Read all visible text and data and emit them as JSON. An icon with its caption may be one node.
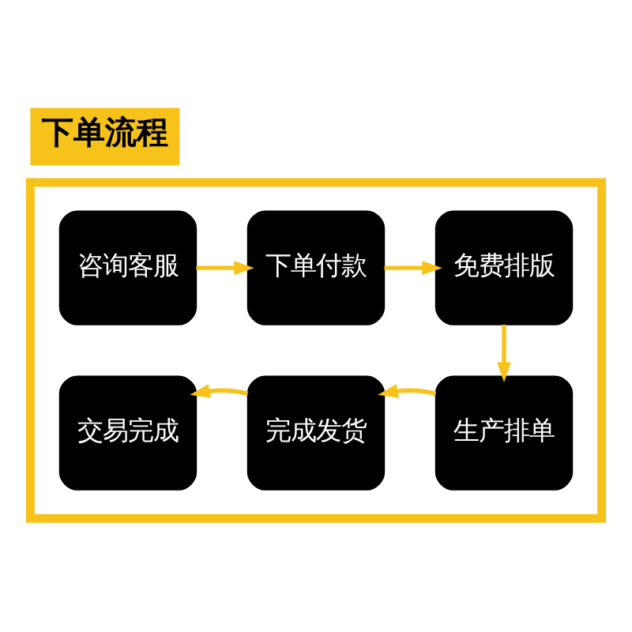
{
  "diagram": {
    "title": "下单流程",
    "nodes": [
      {
        "text": [],
        "shape": "box"
      },
      {
        "text": [
          "咨询客服"
        ],
        "in": 0
      },
      {
        "text": [
          "下单付款"
        ],
        "in": 0
      },
      {
        "text": [
          "免费排版"
        ],
        "in": 0
      },
      {
        "text": [
          "生产排单"
        ],
        "in": 0
      },
      {
        "text": [
          "完成发货"
        ],
        "in": 0
      },
      {
        "text": [
          "交易完成"
        ],
        "in": 0
      }
    ],
    "edges": [
      {
        "from": 1,
        "to": 2,
        "arrow": "to"
      },
      {
        "from": 2,
        "to": 3,
        "arrow": "to"
      },
      {
        "from": 3,
        "to": 4,
        "arrow": "to"
      },
      {
        "from": 4,
        "to": 5,
        "arrow": "to"
      },
      {
        "from": 5,
        "to": 6,
        "arrow": "to"
      }
    ]
  }
}
